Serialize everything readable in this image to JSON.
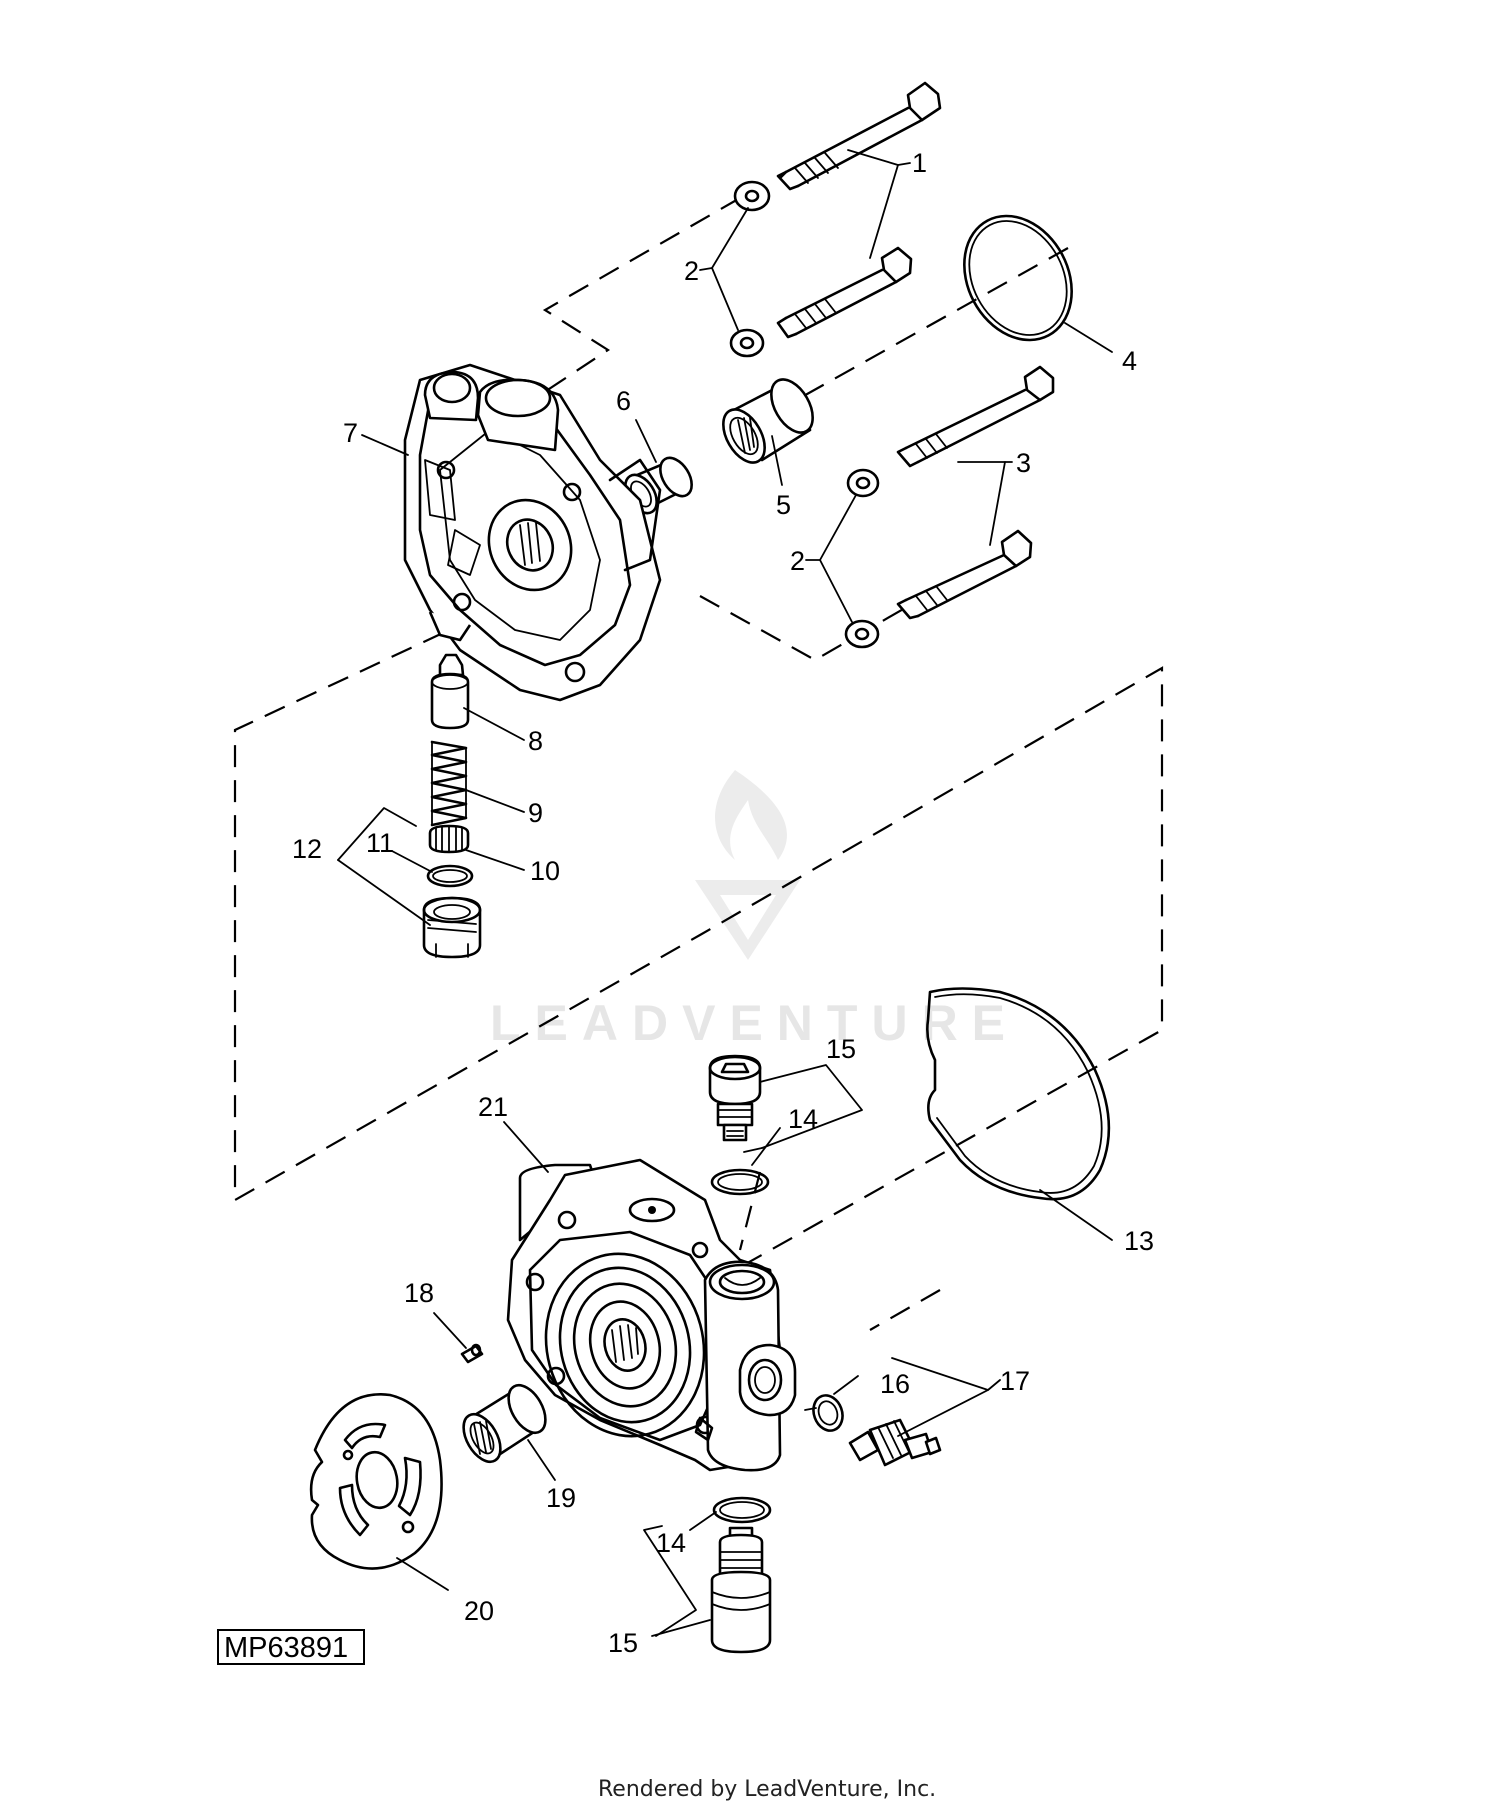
{
  "diagram": {
    "reference_code": "MP63891",
    "watermark": "LEADVENTURE",
    "footer": "Rendered by LeadVenture, Inc.",
    "callouts": {
      "c1": "1",
      "c2a": "2",
      "c2b": "2",
      "c3": "3",
      "c4": "4",
      "c5": "5",
      "c6": "6",
      "c7": "7",
      "c8": "8",
      "c9": "9",
      "c10": "10",
      "c11": "11",
      "c12": "12",
      "c13": "13",
      "c14a": "14",
      "c14b": "14",
      "c15a": "15",
      "c15b": "15",
      "c16": "16",
      "c17": "17",
      "c18": "18",
      "c19": "19",
      "c20": "20",
      "c21": "21"
    }
  }
}
